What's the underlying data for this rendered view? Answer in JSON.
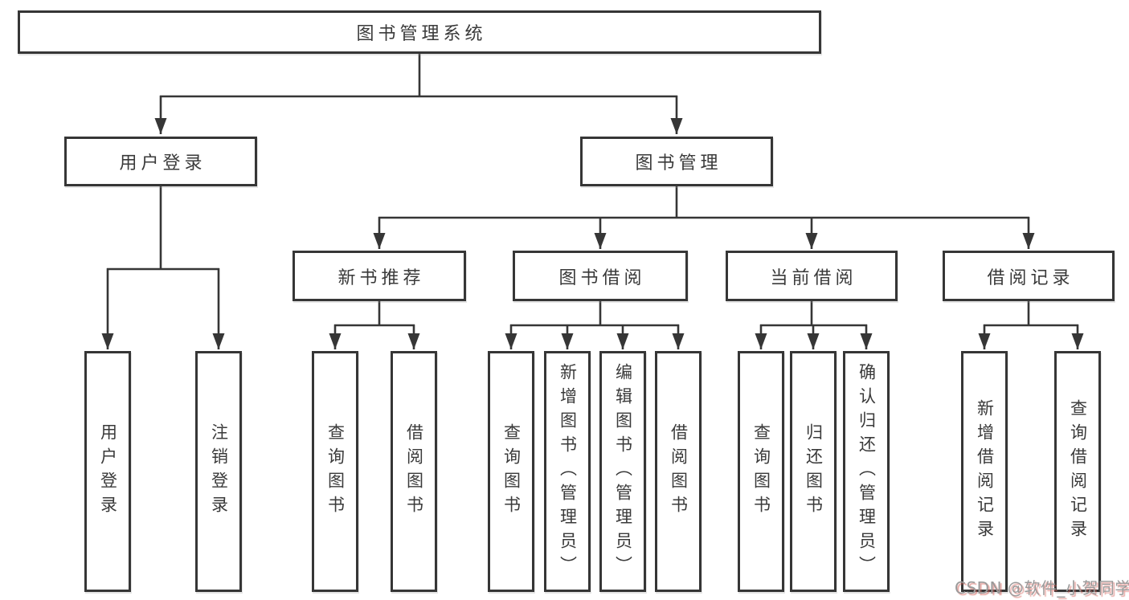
{
  "nodes": {
    "root": {
      "label": "图书管理系统"
    },
    "user_login": {
      "label": "用户登录"
    },
    "book_management": {
      "label": "图书管理"
    },
    "new_book_recommend": {
      "label": "新书推荐"
    },
    "book_borrowing": {
      "label": "图书借阅"
    },
    "current_borrowing": {
      "label": "当前借阅"
    },
    "borrowing_records": {
      "label": "借阅记录"
    }
  },
  "leaves": {
    "user_login": [
      {
        "label": "用户登录"
      },
      {
        "label": "注销登录"
      }
    ],
    "new_book_recommend": [
      {
        "label": "查询图书"
      },
      {
        "label": "借阅图书"
      }
    ],
    "book_borrowing": [
      {
        "label": "查询图书"
      },
      {
        "label": "新增图书（管理员）"
      },
      {
        "label": "编辑图书（管理员）"
      },
      {
        "label": "借阅图书"
      }
    ],
    "current_borrowing": [
      {
        "label": "查询图书"
      },
      {
        "label": "归还图书"
      },
      {
        "label": "确认归还（管理员）"
      }
    ],
    "borrowing_records": [
      {
        "label": "新增借阅记录"
      },
      {
        "label": "查询借阅记录"
      }
    ]
  },
  "watermark": {
    "text": "CSDN @软件_小贺同学"
  },
  "colors": {
    "line": "#363636",
    "text": "#3a3a3a",
    "watermark_gray": "#9a9a9a",
    "watermark_red": "#d5605a"
  }
}
